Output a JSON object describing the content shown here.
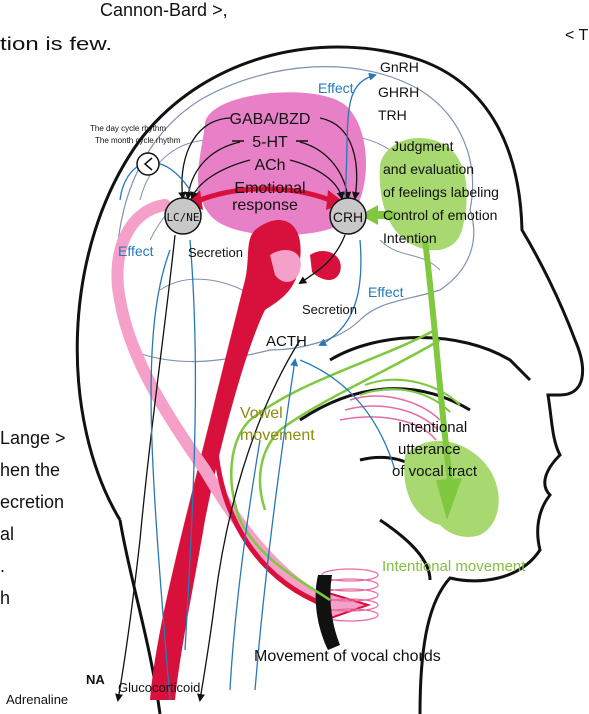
{
  "header": {
    "left_line1": "Cannon-Bard >,",
    "left_line2": "tion is few.",
    "right_fragment": "< T"
  },
  "side_text": {
    "line1": "Lange >",
    "line2": "hen the",
    "line3": "ecretion",
    "line4": "al",
    "line5": ".",
    "line6": "h"
  },
  "neurotransmitters": {
    "gaba": "GABA/BZD",
    "serotonin": "5-HT",
    "ach": "ACh"
  },
  "hormones": {
    "gnrh": "GnRH",
    "ghrh": "GHRH",
    "trh": "TRH",
    "acth": "ACTH",
    "na": "NA",
    "adrenaline": "Adrenaline",
    "glucocorticoid": "Glucocorticoid"
  },
  "nodes": {
    "lc_ne": "LC/NE",
    "crh": "CRH"
  },
  "labels": {
    "emotional": "Emotional",
    "response": "response",
    "day_cycle": "The day cycle rhythm",
    "month_cycle": "The month cycle rhythm",
    "effect_top": "Effect",
    "effect_left": "Effect",
    "effect_right": "Effect",
    "secretion_left": "Secretion",
    "secretion_mid": "Secretion",
    "judgment_lines": [
      "Judgment",
      "and evaluation",
      "of feelings labeling",
      "Control of emotion",
      "Intention"
    ],
    "vowel_line1": "Vowel",
    "vowel_line2": "movement",
    "utterance_lines": [
      "Intentional",
      "utterance",
      "of vocal tract"
    ],
    "intentional_movement": "Intentional movement",
    "vocal_chords": "Movement of vocal chords"
  },
  "colors": {
    "pink_region": "#e880c8",
    "red_arrow": "#d8103c",
    "light_pink": "#f4a0c8",
    "green_region": "#a8d870",
    "green_arrow": "#80c840",
    "blue_line": "#2878b8",
    "olive_text": "#8c8c10",
    "green_text": "#80c040",
    "node_fill": "#c8c8c8"
  },
  "icons": {
    "clock": "clock-icon"
  }
}
